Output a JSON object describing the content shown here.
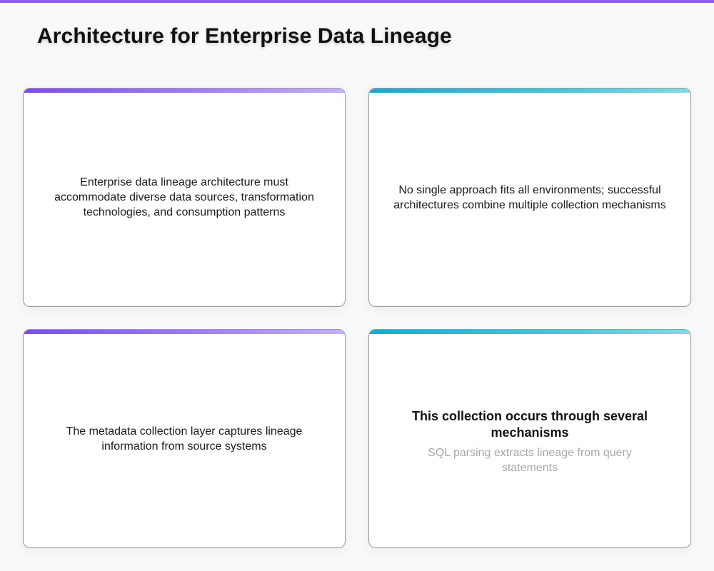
{
  "page": {
    "title": "Architecture for Enterprise Data Lineage",
    "accent_color": "#8b5cf6"
  },
  "cards": [
    {
      "accent": "purple",
      "accent_colors": [
        "#7c4dea",
        "#c5b1f7"
      ],
      "text": "Enterprise data lineage architecture must accommodate diverse data sources, transformation technologies, and consumption patterns"
    },
    {
      "accent": "teal",
      "accent_colors": [
        "#12aecb",
        "#86d9e7"
      ],
      "text": "No single approach fits all environments; successful architectures combine multiple collection mechanisms"
    },
    {
      "accent": "purple",
      "accent_colors": [
        "#7c4dea",
        "#c5b1f7"
      ],
      "text": "The metadata collection layer captures lineage information from source systems"
    },
    {
      "accent": "teal",
      "accent_colors": [
        "#12aecb",
        "#86d9e7"
      ],
      "heading": "This collection occurs through several mechanisms",
      "subtext": "SQL parsing extracts lineage from query statements"
    }
  ]
}
